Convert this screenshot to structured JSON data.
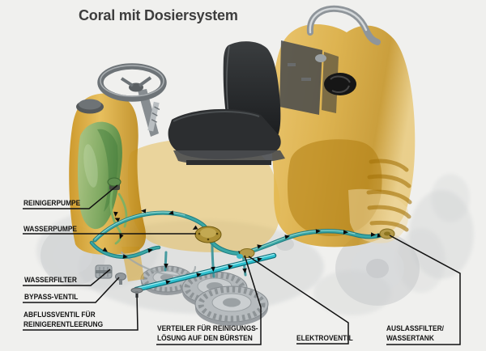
{
  "title": "Coral mit Dosiersystem",
  "labels": {
    "reinigerpumpe": "REINIGERPUMPE",
    "wasserpumpe": "WASSERPUMPE",
    "wasserfilter": "WASSERFILTER",
    "bypass_ventil": "BYPASS-VENTIL",
    "abflussventil_l1": "ABFLUSSVENTIL FÜR",
    "abflussventil_l2": "REINIGERENTLEERUNG",
    "verteiler_l1": "VERTEILER FÜR REINIGUNGS-",
    "verteiler_l2": "LÖSUNG AUF DEN BÜRSTEN",
    "elektroventil": "ELEKTROVENTIL",
    "auslassfilter_l1": "AUSLASSFILTER/",
    "auslassfilter_l2": "WASSERTANK"
  },
  "colors": {
    "background": "#f0f0ee",
    "body_yellow": "#d9a62e",
    "body_amber_dark": "#b07d10",
    "detergent_green": "#6f9f5b",
    "hose_teal": "#3aa7a5",
    "spray_cyan": "#2fc0cf",
    "seat_black": "#2b2d2f",
    "steel_gray": "#8f959a",
    "ghost_gray": "#c9cccd",
    "leader_line": "#101010",
    "title_text": "#3d3d3d",
    "label_text": "#131313"
  }
}
